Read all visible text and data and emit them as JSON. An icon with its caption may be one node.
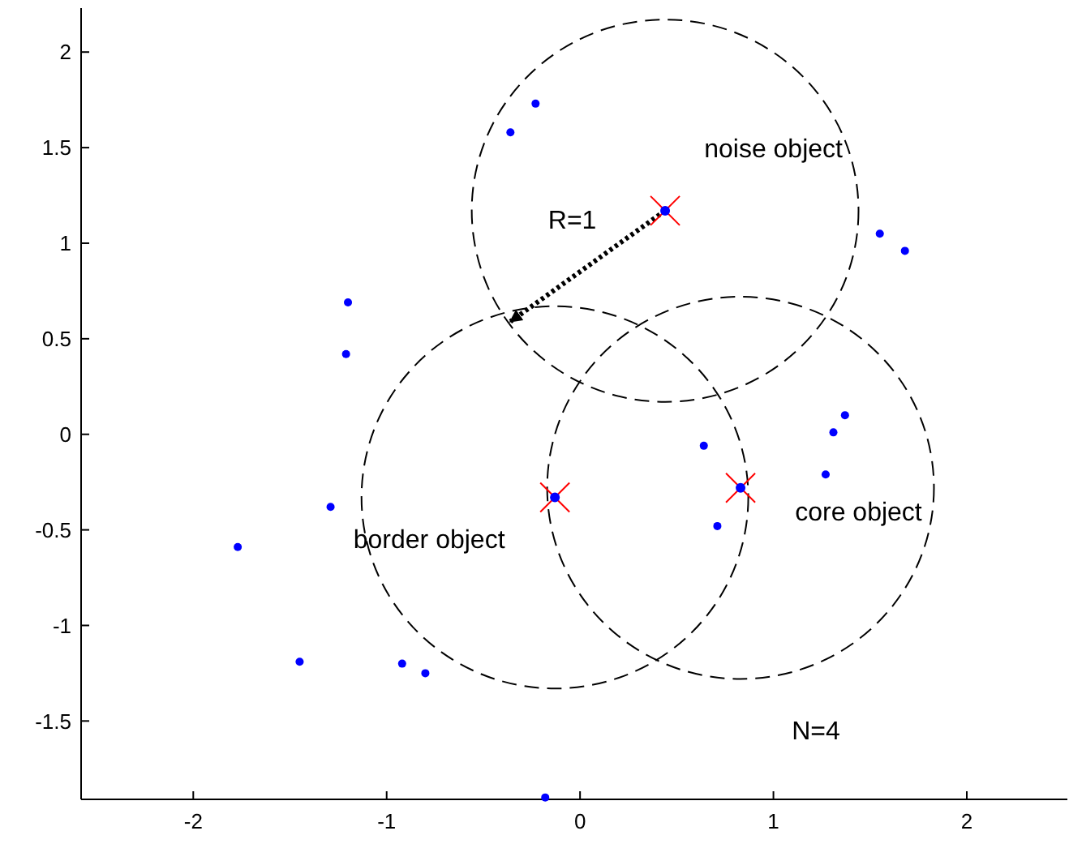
{
  "diagram": {
    "chart_data": {
      "type": "scatter",
      "xlim": [
        -2.58,
        2.52
      ],
      "ylim": [
        -1.91,
        2.23
      ],
      "xticks": [
        -2,
        -1,
        0,
        1,
        2
      ],
      "yticks": [
        -1.5,
        -1,
        -0.5,
        0,
        0.5,
        1,
        1.5,
        2
      ],
      "series": [
        {
          "color": "#0000ff",
          "x": [
            -0.36,
            -0.23,
            1.55,
            1.68,
            -1.2,
            -1.21,
            1.37,
            1.31,
            1.27,
            0.64,
            0.71,
            -1.29,
            -1.77,
            -1.45,
            -0.92,
            -0.8,
            -0.18
          ],
          "values": [
            1.58,
            1.73,
            1.05,
            0.96,
            0.69,
            0.42,
            0.1,
            0.01,
            -0.21,
            -0.06,
            -0.48,
            -0.38,
            -0.59,
            -1.19,
            -1.2,
            -1.25,
            -1.9
          ]
        },
        {
          "color": "#0000ff",
          "x": [
            0.44,
            -0.13,
            0.83
          ],
          "values": [
            1.17,
            -0.33,
            -0.28
          ]
        }
      ],
      "annotations": [
        "noise object",
        "R=1",
        "border object",
        "core object",
        "N=4"
      ]
    }
  }
}
